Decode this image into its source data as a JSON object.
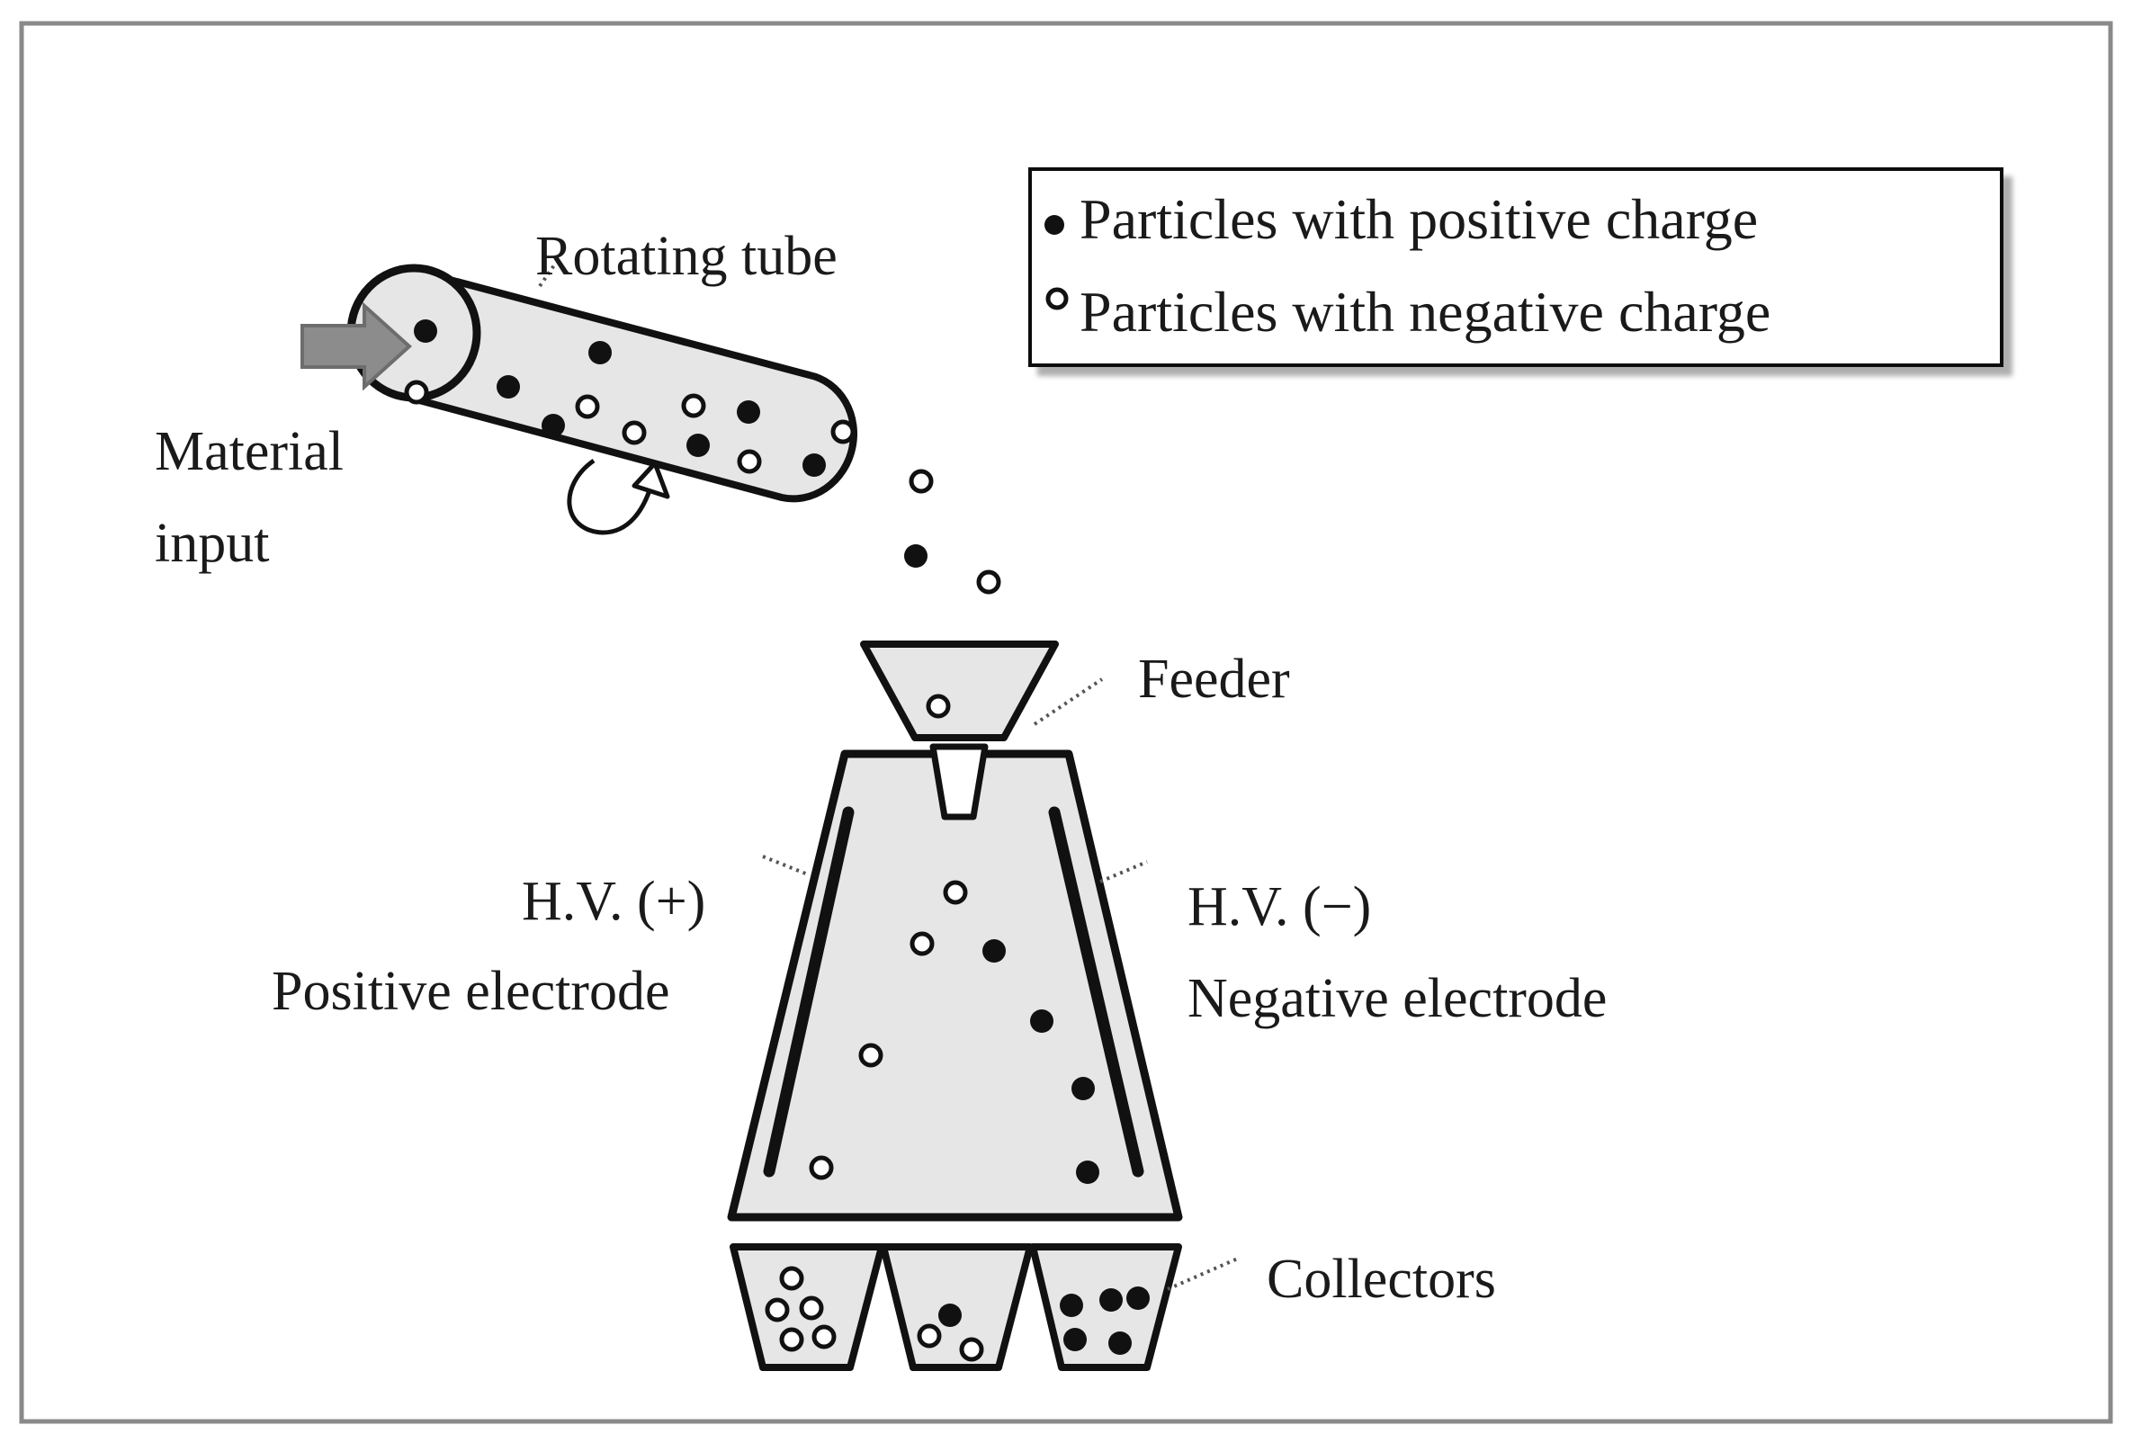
{
  "diagram": {
    "labels": {
      "rotating_tube": "Rotating tube",
      "material_input_line1": "Material",
      "material_input_line2": "input",
      "feeder": "Feeder",
      "hv_positive": "H.V. (+)",
      "positive_electrode": "Positive electrode",
      "hv_negative": "H.V. (−)",
      "negative_electrode": "Negative electrode",
      "collectors": "Collectors"
    },
    "legend": {
      "positive": "Particles with positive charge",
      "negative": "Particles with negative charge"
    },
    "colors": {
      "body_fill": "#e6e6e6",
      "outline": "#111111",
      "arrow_fill": "#8c8c8c",
      "frame": "#8a8a8a"
    }
  }
}
